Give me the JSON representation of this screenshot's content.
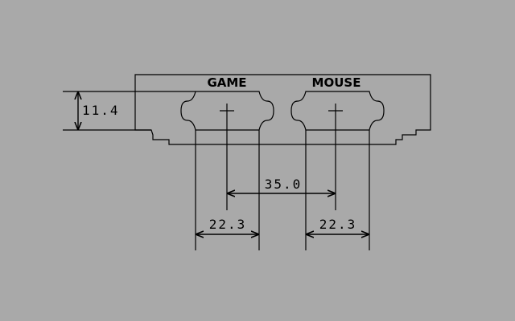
{
  "colors": {
    "background": "#a9a9a9",
    "line": "#000000"
  },
  "ports": {
    "game_label": "GAME",
    "mouse_label": "MOUSE"
  },
  "dimensions": {
    "height_label": "11.4",
    "center_spacing_label": "35.0",
    "game_width_label": "22.3",
    "mouse_width_label": "22.3"
  }
}
